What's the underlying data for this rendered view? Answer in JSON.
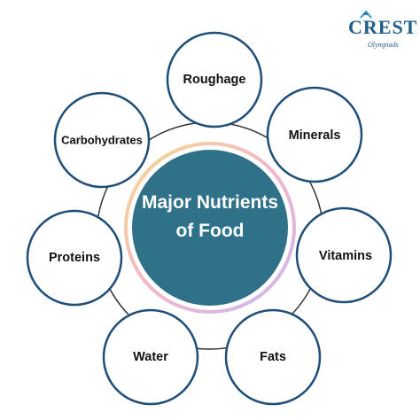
{
  "logo": {
    "text": "CREST",
    "subtext": "Olympiads",
    "color": "#1f5f8b",
    "accent": "#2e9bd6"
  },
  "center": {
    "line1": "Major Nutrients",
    "line2": "of Food",
    "fill": "#2f7189"
  },
  "nodes": [
    {
      "label": "Roughage"
    },
    {
      "label": "Minerals"
    },
    {
      "label": "Vitamins"
    },
    {
      "label": "Fats"
    },
    {
      "label": "Water"
    },
    {
      "label": "Proteins"
    },
    {
      "label": "Carbohydrates"
    }
  ],
  "colors": {
    "node_border": "#1f4e79",
    "ring_line": "#333333"
  }
}
